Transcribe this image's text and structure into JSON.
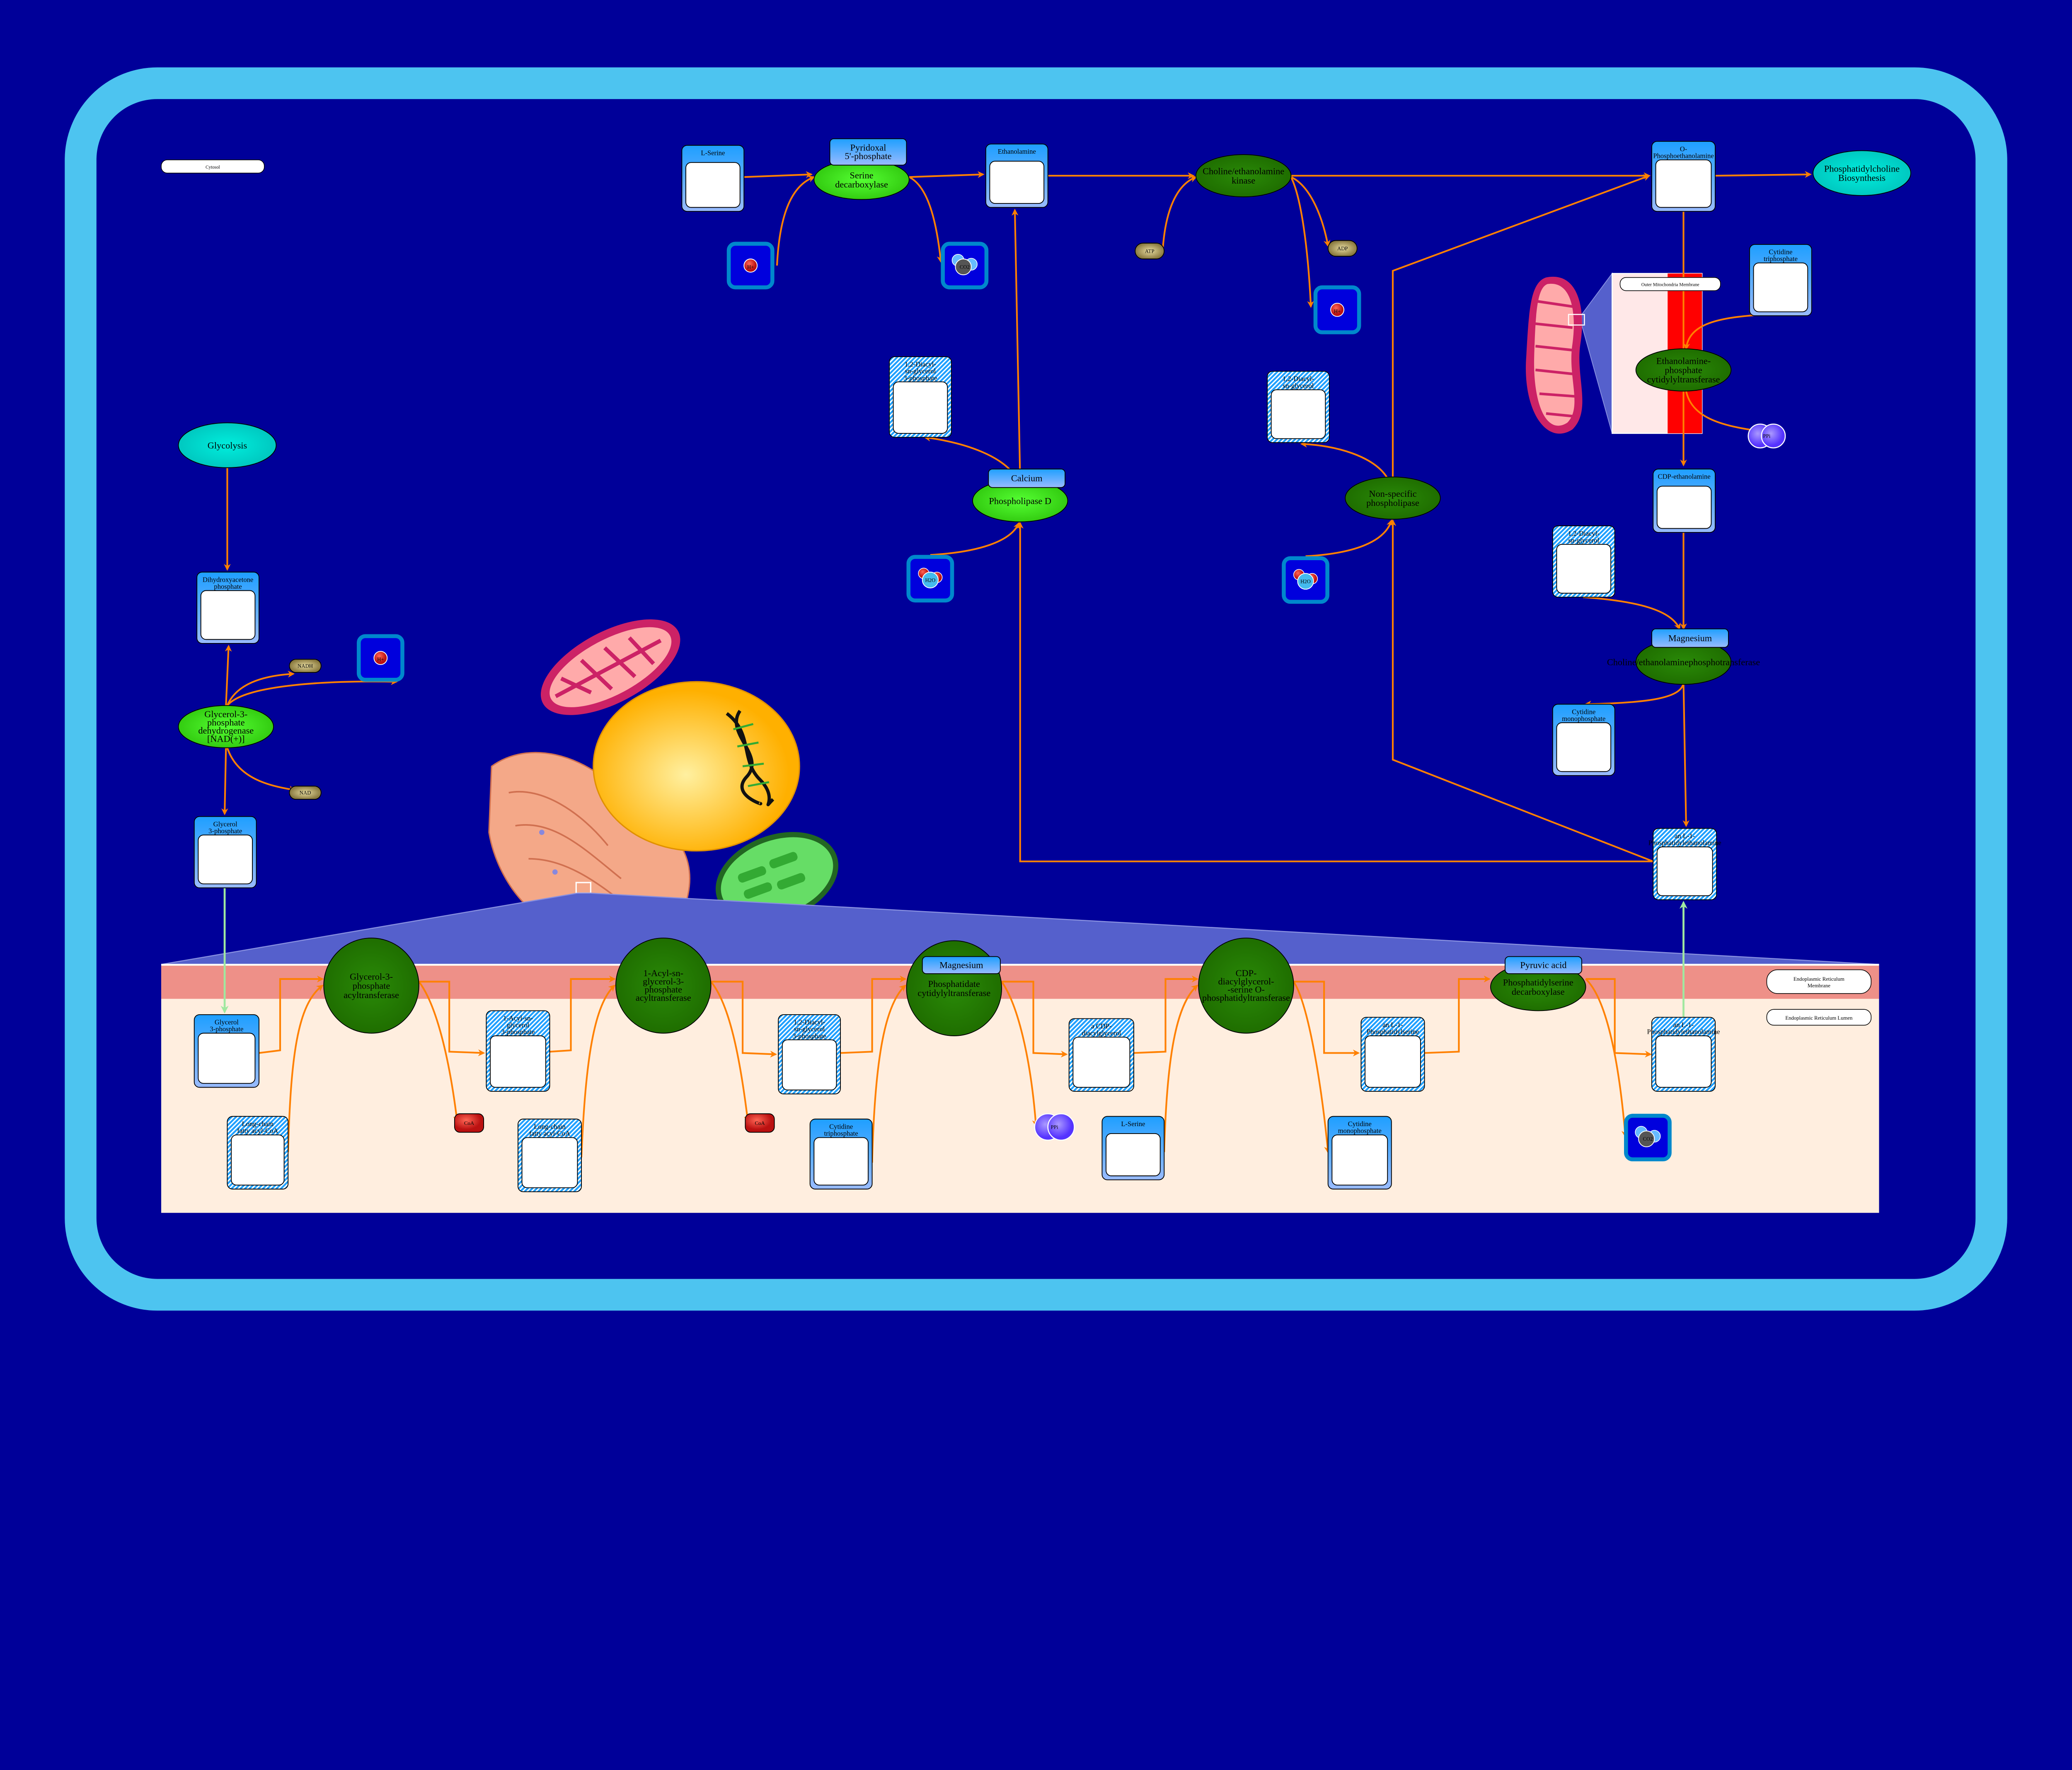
{
  "title": "Phosphatidylethanolamine biosynthesis pathway",
  "colors": {
    "background": "#000099",
    "frame": "#4dc4f0",
    "edge": "#ff8000",
    "transport": "#a0e8a0",
    "membrane": "#ee9088",
    "lumen": "#ffeedf",
    "enzyme_light": "#44ee22",
    "enzyme_dark": "#227700",
    "pathway": "#00d8d0"
  },
  "compartments": {
    "cytosol": "Cytosol",
    "omm": "Outer Mitochondria Membrane",
    "erm": "Endoplasmic Reticulum\nMembrane",
    "erl": "Endoplasmic Reticulum Lumen"
  },
  "nodes": {
    "glycolysis": "Glycolysis",
    "dhap": "Dihydroxyacetone\nphosphate",
    "g3pdh": "Glycerol-3-\nphosphate\ndehydrogenase\n[NAD(+)]",
    "nadh": "NADH",
    "nad": "NAD",
    "h_1": "H+",
    "g3p_top": "Glycerol\n3-phosphate",
    "lserine_top": "L-Serine",
    "pyridoxal": "Pyridoxal\n5'-phosphate",
    "sdc": "Serine\ndecarboxylase",
    "h_2": "H+",
    "co2_1": "CO2",
    "ethanolamine": "Ethanolamine",
    "cek": "Choline/ethanolamine\nkinase",
    "atp": "ATP",
    "adp": "ADP",
    "h_3": "H+",
    "opea": "O-\nPhosphoethanolamine",
    "pcb": "Phosphatidylcholine\nBiosynthesis",
    "ctp_top": "Cytidine\ntriphosphate",
    "epct": "Ethanolamine-\nphosphate\ncytidylyltransferase",
    "ppi_top": "PPi",
    "cdpe": "CDP-ethanolamine",
    "dag_right": "1,2-Diacyl-\nsn-glycerol",
    "magnesium_top": "Magnesium",
    "cept": "Choline/ethanolaminephosphotransferase",
    "cmp_top": "Cytidine\nmonophosphate",
    "pe_top": "an L-1-\nPhosphatidylethanolamine",
    "dag3p_top": "1,2-Diacyl-\nsn-glycerol\n3-phosphate",
    "calcium": "Calcium",
    "pld": "Phospholipase D",
    "h2o_1": "H2O",
    "dag_mid": "1,2-Diacyl-\nsn-glycerol",
    "nspl": "Non-specific\nphospholipase",
    "h2o_2": "H2O",
    "g3p_er": "Glycerol\n3-phosphate",
    "gpat": "Glycerol-3-\nphosphate\nacyltransferase",
    "lcfa1": "Long-chain\nfatty acyl-CoA",
    "coa1": "CoA",
    "acyl": "1-Acyl-sn-\nglycerol\n3-phosphate",
    "agpat": "1-Acyl-sn-\nglycerol-3-\nphosphate\nacyltransferase",
    "lcfa2": "Long-chain\nfatty acyl-CoA",
    "coa2": "CoA",
    "dag3p_er": "1,2-Diacyl-\nsn-glycerol\n3-phosphate",
    "ctp_er": "Cytidine\ntriphosphate",
    "magnesium_er": "Magnesium",
    "pct": "Phosphatidate\ncytidylyltransferase",
    "ppi_er": "PPi",
    "cdpdag": "a CDP-\ndiacylglycerol",
    "lserine_er": "L-Serine",
    "pss": "CDP-\ndiacylglycerol-\n-serine O-\nphosphatidyltransferase",
    "cmp_er": "Cytidine\nmonophosphate",
    "ps": "an L-1-\nPhosphatidylserine",
    "pyruvic": "Pyruvic acid",
    "psd": "Phosphatidylserine\ndecarboxylase",
    "co2_2": "CO2",
    "pe_er": "an L-1-\nPhosphatidylethanolamine"
  }
}
